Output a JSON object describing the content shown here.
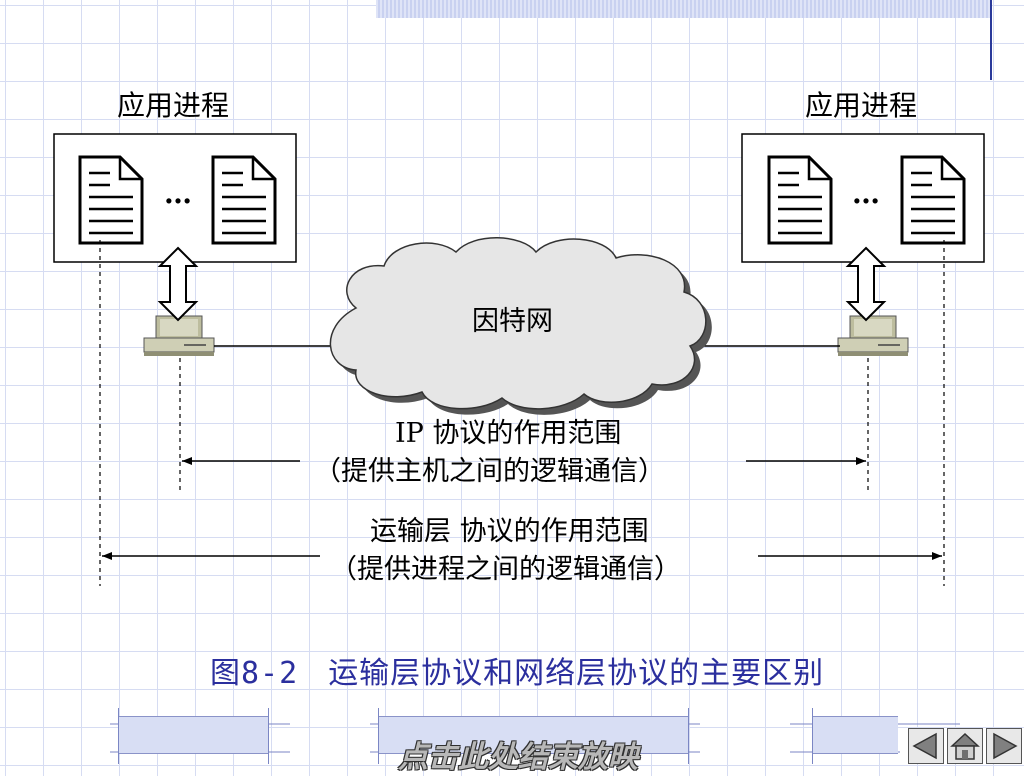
{
  "left_group": {
    "title": "应用进程",
    "ellipsis": "…"
  },
  "right_group": {
    "title": "应用进程",
    "ellipsis": "…"
  },
  "cloud": {
    "label": "因特网"
  },
  "ip_scope": {
    "line1": "IP 协议的作用范围",
    "line2": "（提供主机之间的逻辑通信）"
  },
  "transport_scope": {
    "line1": "运输层 协议的作用范围",
    "line2": "（提供进程之间的逻辑通信）"
  },
  "caption": {
    "figure_number": "图8-2",
    "text": "运输层协议和网络层协议的主要区别"
  },
  "footer": {
    "end_show": "点击此处结束放映"
  },
  "nav": {
    "prev_icon": "triangle-left-icon",
    "home_icon": "home-icon",
    "next_icon": "triangle-right-icon"
  },
  "colors": {
    "caption": "#2b2f9e",
    "grid": "#d6dcf2",
    "accent": "#2a3a9a"
  }
}
